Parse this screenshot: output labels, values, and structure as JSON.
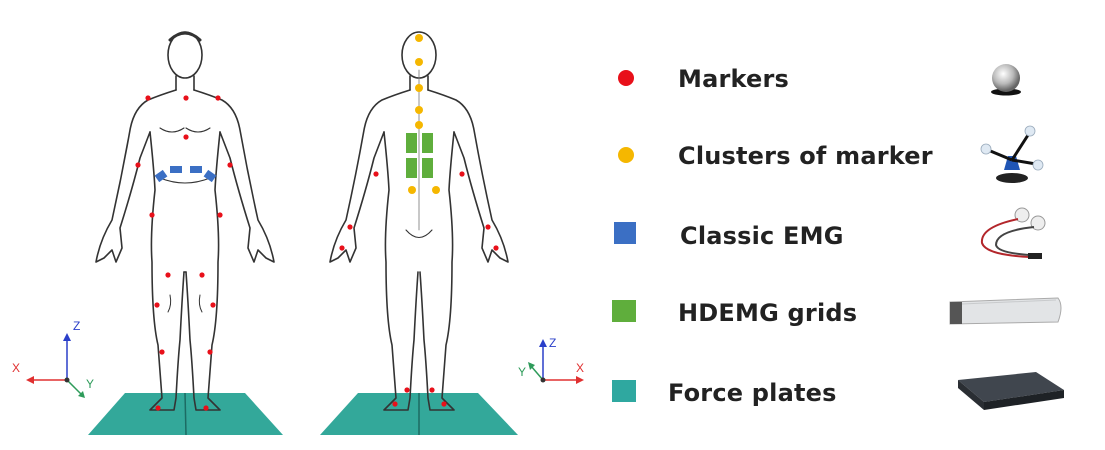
{
  "axes_front": {
    "x_label": "X",
    "y_label": "Y",
    "z_label": "Z"
  },
  "axes_back": {
    "x_label": "X",
    "y_label": "Y",
    "z_label": "Z"
  },
  "legend": [
    {
      "label": "Markers",
      "color": "#e8101a",
      "shape": "circle",
      "icon": "reflective-marker-icon"
    },
    {
      "label": "Clusters of marker",
      "color": "#f5b700",
      "shape": "circle",
      "icon": "marker-cluster-icon"
    },
    {
      "label": "Classic EMG",
      "color": "#3b6fc4",
      "shape": "square",
      "icon": "emg-electrode-icon"
    },
    {
      "label": "HDEMG grids",
      "color": "#5fae3c",
      "shape": "square",
      "icon": "hdemg-grid-icon"
    },
    {
      "label": "Force plates",
      "color": "#2fa8a0",
      "shape": "square",
      "icon": "force-plate-icon"
    }
  ],
  "colors": {
    "axis_x": "#e03030",
    "axis_y": "#2e9b5a",
    "axis_z": "#2a3fc9",
    "plate": "#33a89a",
    "outline": "#333333"
  }
}
